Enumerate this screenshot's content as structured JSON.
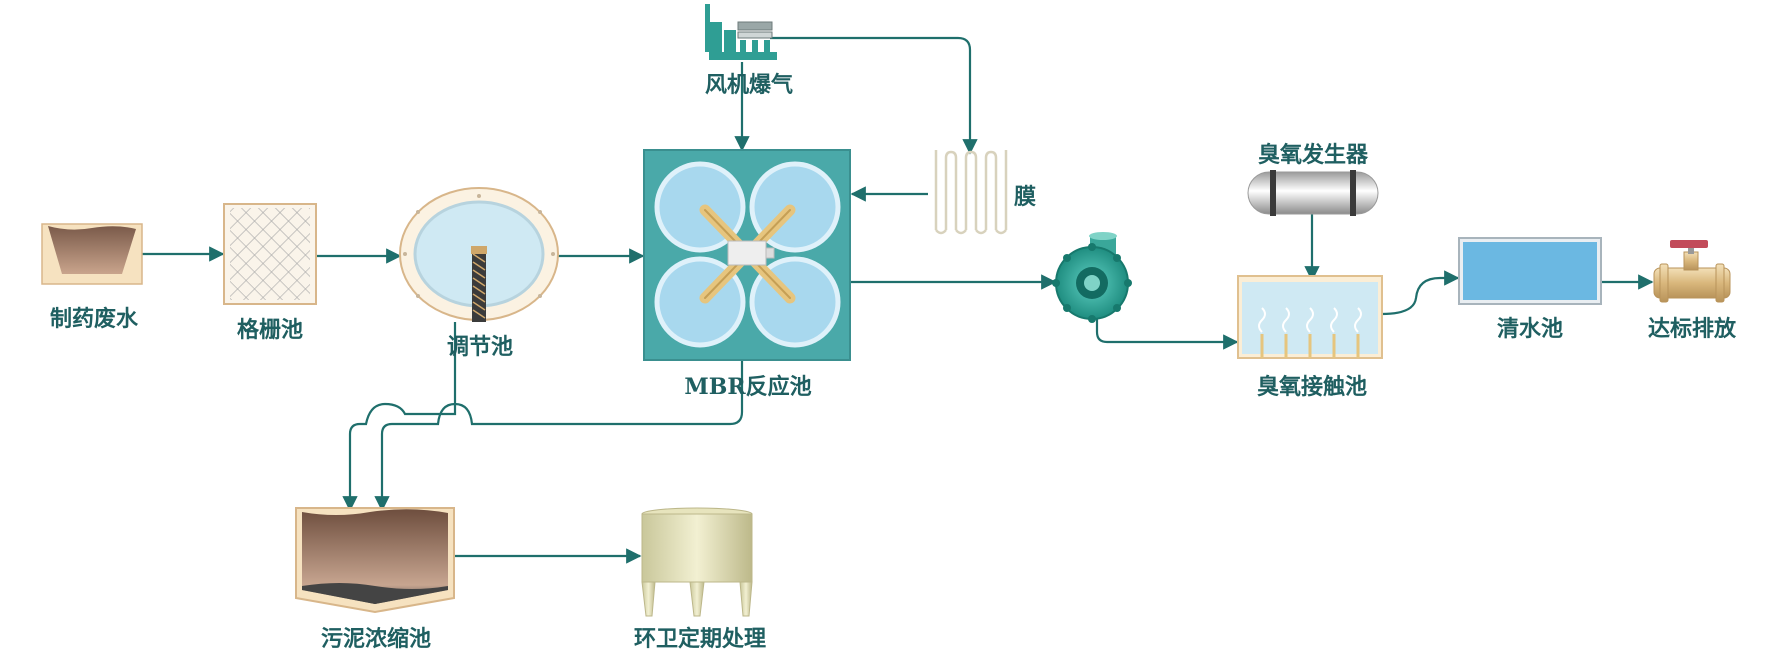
{
  "labels": {
    "pharma_wastewater": "制药废水",
    "screen_tank": "格栅池",
    "equalization_tank": "调节池",
    "mbr_reactor": "MBR反应池",
    "blower_aeration": "风机爆气",
    "membrane": "膜",
    "ozone_generator": "臭氧发生器",
    "ozone_contact_tank": "臭氧接触池",
    "clear_water_tank": "清水池",
    "compliant_discharge": "达标排放",
    "sludge_thickener": "污泥浓缩池",
    "sanitation_disposal": "环卫定期处理"
  },
  "colors": {
    "flow_line": "#1f6f6c",
    "label_text": "#1f5f61",
    "mbr_body": "#4aa9a9",
    "water_light": "#cfe9f3",
    "clear_water": "#6bb8e2",
    "sludge": "#9a7460",
    "tank_frame": "#f6e2c0",
    "equipment_teal": "#2f9e94"
  },
  "icons": {
    "blower": "blower-fan-icon",
    "pump": "centrifugal-pump-icon",
    "valve": "discharge-valve-icon",
    "membrane": "membrane-module-icon",
    "ozone": "ozone-generator-cylinder-icon"
  }
}
